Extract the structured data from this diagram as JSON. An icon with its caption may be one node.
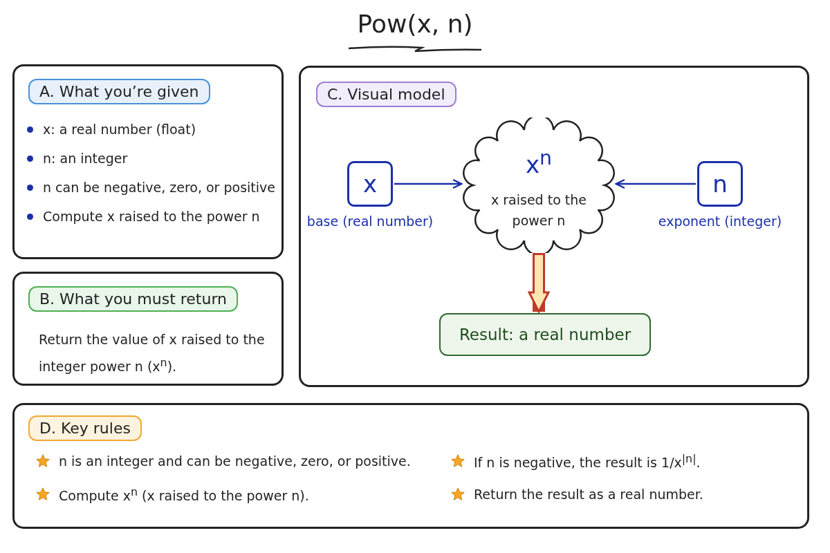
{
  "diagram": {
    "title": "Pow(x, n)",
    "nodes": [
      {
        "text": [
          "x: a real number (float)",
          "n: an integer",
          "n can be negative, zero, or positive",
          "Compute x raised to the power n"
        ]
      },
      {
        "text": [
          "A. What you’re given"
        ],
        "in": 0
      },
      {
        "text": [
          "Return the value of x raised to the integer power n (x$^{n}$)."
        ]
      },
      {
        "text": [
          "B. What you must return"
        ],
        "in": 2
      },
      {
        "text": [],
        "shape": "box"
      },
      {
        "text": [
          "C. Visual model"
        ],
        "in": 4
      },
      {
        "text": [
          "x"
        ],
        "beside": [
          "base (real number)"
        ],
        "in": 4
      },
      {
        "text": [
          "x$^{n}$",
          "x raised to the power n"
        ],
        "in": 4
      },
      {
        "text": [
          "n"
        ],
        "beside": [
          "exponent (integer)"
        ],
        "in": 4
      },
      {
        "text": [
          "Result: a real number"
        ],
        "in": 4
      },
      {
        "text": [
          "n is an integer and can be negative, zero, or positive.",
          "If n is negative, the result is 1/x$^{|n|}$.",
          "Compute x$^{n}$ (x raised to the power n).",
          "Return the result as a real number."
        ]
      },
      {
        "text": [
          "D. Key rules"
        ],
        "in": 10
      }
    ],
    "edges": [
      {
        "from": 6,
        "to": 7,
        "arrow": "to"
      },
      {
        "from": 8,
        "to": 7,
        "arrow": "to"
      },
      {
        "from": 7,
        "to": 9,
        "arrow": "to",
        "style": "thick",
        "color": "#c0392b"
      }
    ]
  }
}
